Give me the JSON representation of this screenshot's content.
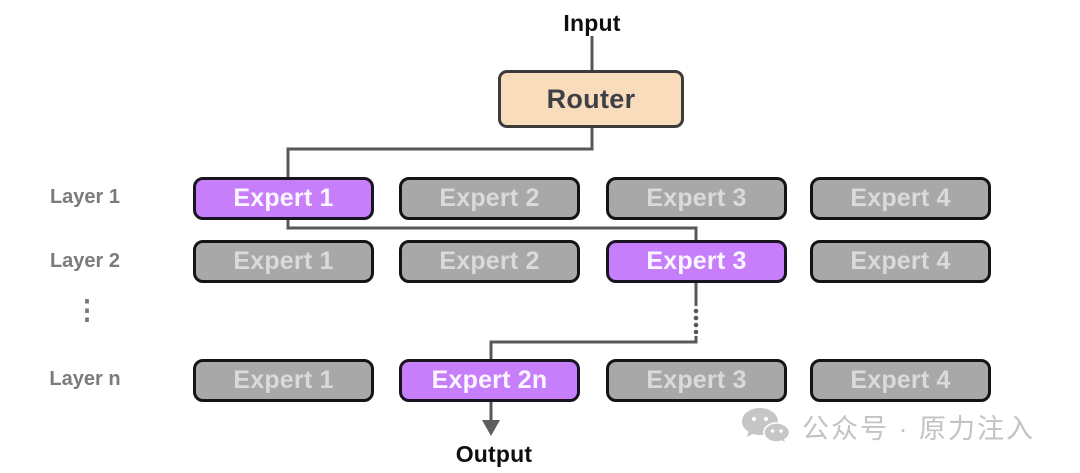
{
  "diagram": {
    "input_label": "Input",
    "router_label": "Router",
    "output_label": "Output",
    "layers_ellipsis": "⋮",
    "rows": [
      {
        "layer_label": "Layer 1",
        "experts": [
          {
            "label": "Expert 1",
            "active": true
          },
          {
            "label": "Expert 2",
            "active": false
          },
          {
            "label": "Expert 3",
            "active": false
          },
          {
            "label": "Expert 4",
            "active": false
          }
        ]
      },
      {
        "layer_label": "Layer 2",
        "experts": [
          {
            "label": "Expert 1",
            "active": false
          },
          {
            "label": "Expert 2",
            "active": false
          },
          {
            "label": "Expert 3",
            "active": true
          },
          {
            "label": "Expert 4",
            "active": false
          }
        ]
      },
      {
        "layer_label": "Layer n",
        "experts": [
          {
            "label": "Expert 1",
            "active": false
          },
          {
            "label": "Expert 2n",
            "active": true
          },
          {
            "label": "Expert 3",
            "active": false
          },
          {
            "label": "Expert 4",
            "active": false
          }
        ]
      }
    ],
    "colors": {
      "router_fill": "#F8DCBB",
      "router_border": "#3B3B3B",
      "router_text": "#3F3F46",
      "active_expert_fill": "#C77EFB",
      "active_expert_text": "#FBF6FF",
      "inactive_expert_fill": "#A8A8A8",
      "inactive_expert_text": "#DADADA",
      "box_border": "#141414",
      "connector_line": "#58585B",
      "layer_label_text": "#7B7B7E"
    }
  },
  "watermark": {
    "icon": "wechat-icon",
    "text": "公众号 · 原力注入"
  }
}
